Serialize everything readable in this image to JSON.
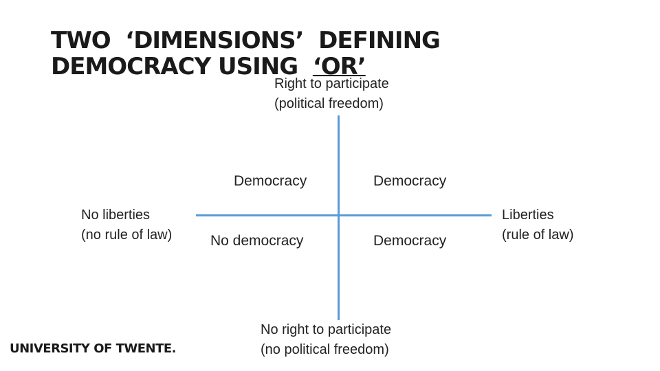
{
  "title": {
    "line1": "TWO  ‘DIMENSIONS’  DEFINING",
    "line2_prefix": "DEMOCRACY USING  ",
    "line2_underlined": "‘OR’"
  },
  "axes": {
    "top_line1": "Right to participate",
    "top_line2": "(political freedom)",
    "bottom_line1": "No right to participate",
    "bottom_line2": "(no political freedom)",
    "left_line1": "No liberties",
    "left_line2": "(no rule of law)",
    "right_line1": "Liberties",
    "right_line2": "(rule of law)"
  },
  "quadrants": {
    "top_left": "Democracy",
    "top_right": "Democracy",
    "bottom_left": "No democracy",
    "bottom_right": "Democracy"
  },
  "colors": {
    "axis": "#5b9bd5"
  },
  "footer": {
    "logo": "UNIVERSITY OF TWENTE."
  }
}
